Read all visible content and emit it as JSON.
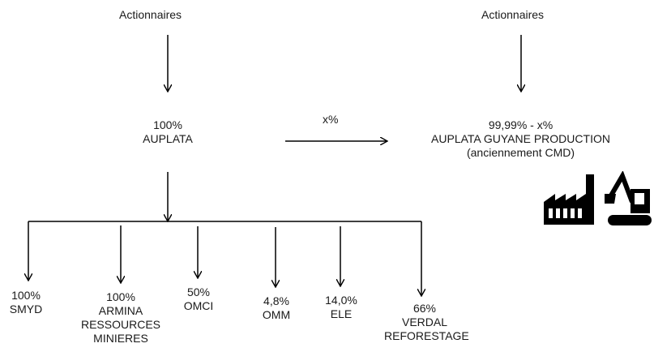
{
  "left_tree": {
    "shareholders": "Actionnaires",
    "parent": {
      "pct": "100%",
      "name": "AUPLATA"
    },
    "subsidiaries": [
      {
        "pct": "100%",
        "name": "SMYD"
      },
      {
        "pct": "100%",
        "name": "ARMINA",
        "name2": "RESSOURCES",
        "name3": "MINIERES"
      },
      {
        "pct": "50%",
        "name": "OMCI"
      },
      {
        "pct": "4,8%",
        "name": "OMM"
      },
      {
        "pct": "14,0%",
        "name": "ELE"
      },
      {
        "pct": "66%",
        "name": "VERDAL",
        "name2": "REFORESTAGE"
      }
    ]
  },
  "transfer": {
    "label": "x%"
  },
  "right_tree": {
    "shareholders": "Actionnaires",
    "pct": "99,99% - x%",
    "name": "AUPLATA GUYANE PRODUCTION",
    "former": "(anciennement CMD)"
  },
  "icons": [
    "factory-icon",
    "excavator-icon"
  ]
}
